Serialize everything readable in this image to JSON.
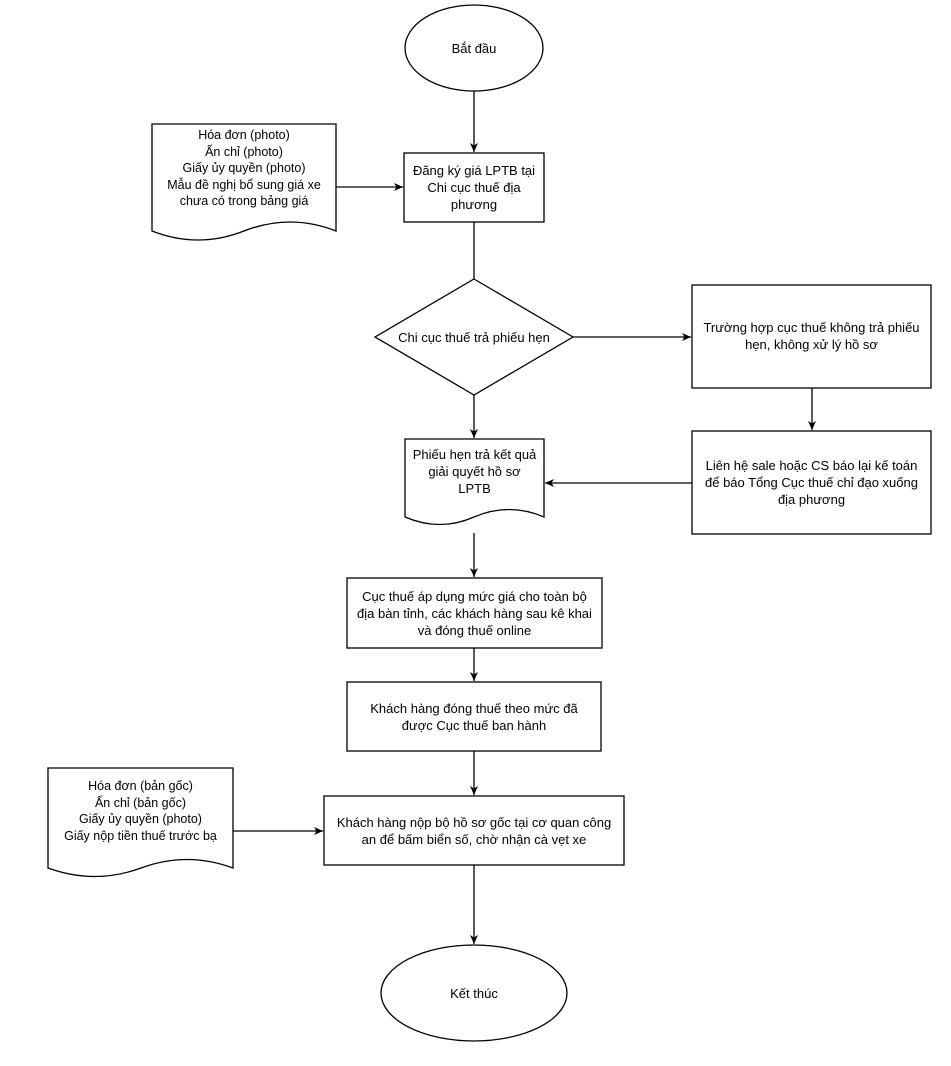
{
  "flowchart": {
    "start": "Bắt đầu",
    "register": "Đăng ký giá LPTB tại\nChi cục thuế địa\nphương",
    "docs_input": "Hóa đơn (photo)\nẤn chỉ (photo)\nGiấy ủy quyền (photo)\nMẫu đề nghị bổ sung giá xe\nchưa có trong bảng giá",
    "decision": "Chi cục thuế trả phiếu hẹn",
    "no_response": "Trường hợp cục thuế không trả phiếu\nhẹn, không xử lý hồ sơ",
    "appointment_doc": "Phiếu hẹn trả kết quả\ngiải quyết hồ sơ\nLPTB",
    "contact_sale": "Liên hệ sale hoặc CS báo lại kế toán\nđể báo Tổng Cục thuế chỉ đạo xuống\nđịa phương",
    "apply_price": "Cục thuế áp dụng mức giá cho toàn bộ\nđịa bàn tỉnh, các khách hàng sau kê khai\nvà đóng thuế online",
    "pay_tax": "Khách hàng đóng thuế theo mức đã\nđược Cục thuế ban hành",
    "docs_original": "Hóa đơn (bản gốc)\nẤn chỉ (bản gốc)\nGiấy ủy quyền (photo)\nGiấy nộp tiền thuế trước bạ",
    "submit_original": "Khách hàng nộp bộ hồ sơ gốc tại cơ quan công\nan để bấm biển số, chờ nhận cà vẹt xe",
    "end": "Kết thúc"
  },
  "colors": {
    "stroke": "#000000",
    "fill": "#ffffff"
  }
}
